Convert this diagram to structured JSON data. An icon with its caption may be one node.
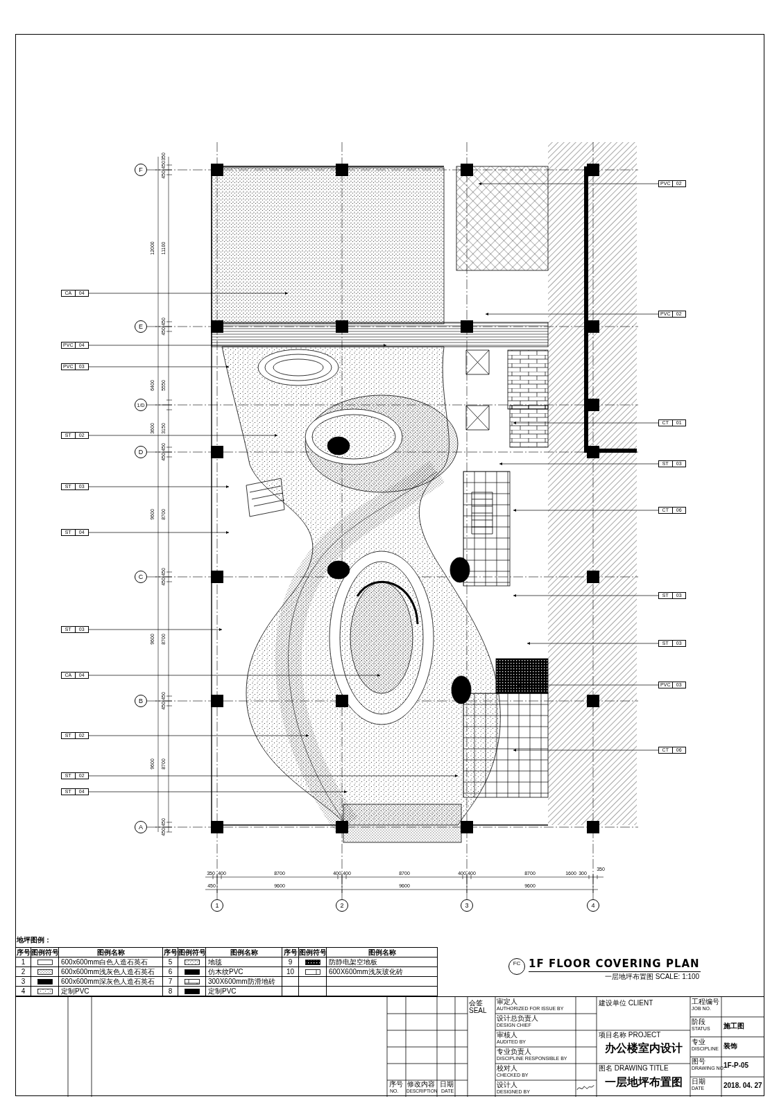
{
  "diagram": {
    "title": "1F FLOOR COVERING PLAN",
    "nodes": [
      {
        "text": [],
        "shape": "picture"
      },
      {
        "text": [
          "F"
        ]
      },
      {
        "text": [
          "E"
        ]
      },
      {
        "text": [
          "1/D"
        ]
      },
      {
        "text": [
          "D"
        ]
      },
      {
        "text": [
          "C"
        ]
      },
      {
        "text": [
          "B"
        ]
      },
      {
        "text": [
          "A"
        ]
      },
      {
        "text": [
          "1"
        ]
      },
      {
        "text": [
          "2"
        ]
      },
      {
        "text": [
          "3"
        ]
      },
      {
        "text": [
          "4"
        ]
      },
      {
        "text": [
          "CA",
          "04"
        ]
      },
      {
        "text": [
          "PVC",
          "04"
        ]
      },
      {
        "text": [
          "PVC",
          "03"
        ]
      },
      {
        "text": [
          "ST",
          "02"
        ]
      },
      {
        "text": [
          "ST",
          "03"
        ]
      },
      {
        "text": [
          "ST",
          "04"
        ]
      },
      {
        "text": [
          "ST",
          "03"
        ]
      },
      {
        "text": [
          "CA",
          "04"
        ]
      },
      {
        "text": [
          "ST",
          "02"
        ]
      },
      {
        "text": [
          "ST",
          "02"
        ]
      },
      {
        "text": [
          "ST",
          "04"
        ]
      },
      {
        "text": [
          "PVC",
          "02"
        ]
      },
      {
        "text": [
          "PVC",
          "02"
        ]
      },
      {
        "text": [
          "CT",
          "01"
        ]
      },
      {
        "text": [
          "ST",
          "03"
        ]
      },
      {
        "text": [
          "CT",
          "06"
        ]
      },
      {
        "text": [
          "ST",
          "03"
        ]
      },
      {
        "text": [
          "ST",
          "03"
        ]
      },
      {
        "text": [
          "PVC",
          "03"
        ]
      },
      {
        "text": [
          "CT",
          "06"
        ]
      },
      {
        "text": [
          "FC"
        ]
      }
    ],
    "edges": [
      {
        "from": 12,
        "to": 0,
        "arrow": "to"
      },
      {
        "from": 13,
        "to": 0,
        "arrow": "to"
      },
      {
        "from": 14,
        "to": 0,
        "arrow": "to"
      },
      {
        "from": 15,
        "to": 0,
        "arrow": "to"
      },
      {
        "from": 16,
        "to": 0,
        "arrow": "to"
      },
      {
        "from": 17,
        "to": 0,
        "arrow": "to"
      },
      {
        "from": 18,
        "to": 0,
        "arrow": "to"
      },
      {
        "from": 19,
        "to": 0,
        "arrow": "to"
      },
      {
        "from": 20,
        "to": 0,
        "arrow": "to"
      },
      {
        "from": 21,
        "to": 0,
        "arrow": "to"
      },
      {
        "from": 22,
        "to": 0,
        "arrow": "to"
      },
      {
        "from": 23,
        "to": 0,
        "arrow": "to"
      },
      {
        "from": 24,
        "to": 0,
        "arrow": "to"
      },
      {
        "from": 25,
        "to": 0,
        "arrow": "to"
      },
      {
        "from": 26,
        "to": 0,
        "arrow": "to"
      },
      {
        "from": 27,
        "to": 0,
        "arrow": "to"
      },
      {
        "from": 28,
        "to": 0,
        "arrow": "to"
      },
      {
        "from": 29,
        "to": 0,
        "arrow": "to"
      },
      {
        "from": 30,
        "to": 0,
        "arrow": "to"
      },
      {
        "from": 31,
        "to": 0,
        "arrow": "to"
      }
    ],
    "labels": [
      "地坪图例：",
      "序号",
      "图例符号",
      "图例名称",
      "序号",
      "图例符号",
      "图例名称",
      "序号",
      "图例符号",
      "图例名称",
      "1",
      "600x600mm白色人造石英石",
      "5",
      "地毯",
      "9",
      "防静电架空地板",
      "2",
      "600x600mm浅灰色人造石英石",
      "6",
      "仿木纹PVC",
      "10",
      "600X600mm浅灰玻化砖",
      "3",
      "600x600mm深灰色人造石英石",
      "7",
      "300X600mm防滑地砖",
      "4",
      "定制PVC",
      "8",
      "定制PVC",
      "12000",
      "6400",
      "3600",
      "9600",
      "9600",
      "9600",
      "350",
      "450",
      "450",
      "11100",
      "450",
      "450",
      "5550",
      "3150",
      "450",
      "450",
      "8700",
      "450",
      "450",
      "8700",
      "450",
      "450",
      "8700",
      "450",
      "450",
      "350",
      "400",
      "8700",
      "400",
      "400",
      "8700",
      "400",
      "400",
      "8700",
      "1600",
      "300",
      "350",
      "450",
      "9600",
      "9600",
      "9600",
      "一层地坪布置图 SCALE: 1:100",
      "序号",
      "NO.",
      "修改内容",
      "DESCRIPTION",
      "日期",
      "DATE",
      "会签 SEAL",
      "审定人",
      "AUTHORIZED FOR ISSUE BY",
      "设计总负责人",
      "DESIGN CHIEF",
      "审核人",
      "AUDITED BY",
      "专业负责人",
      "DISCIPLINE RESPONSIBLE BY",
      "校对人",
      "CHECKED BY",
      "设计人",
      "DESIGNED BY",
      "建设单位 CLIENT",
      "项目名称 PROJECT",
      "办公楼室内设计",
      "图名 DRAWING TITLE",
      "一层地坪布置图",
      "工程编号",
      "JOB NO.",
      "阶段",
      "STATUS",
      "施工图",
      "专业",
      "DISCIPLINE",
      "装饰",
      "图号",
      "DRAWING NO.",
      "1F-P-05",
      "日期",
      "DATE",
      "2018. 04. 27"
    ]
  }
}
